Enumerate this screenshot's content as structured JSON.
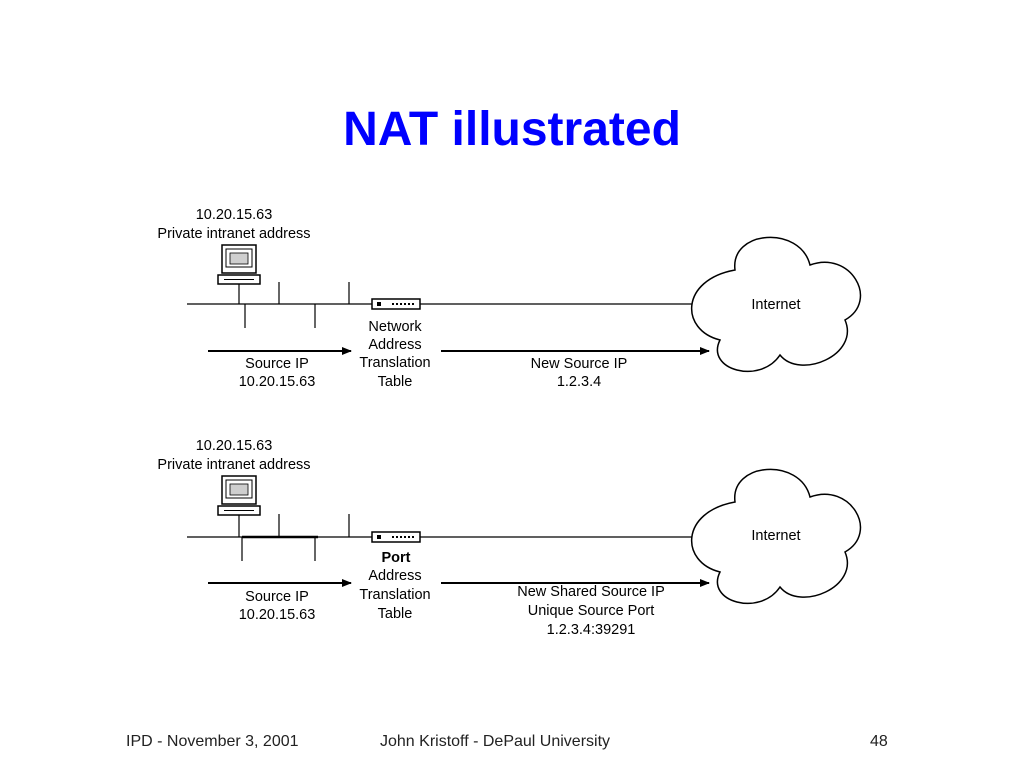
{
  "slide": {
    "title": "NAT illustrated",
    "footer_left": "IPD - November 3, 2001",
    "footer_center": "John Kristoff - DePaul University",
    "page_number": "48"
  },
  "diagram1": {
    "host_ip": "10.20.15.63",
    "host_desc": "Private intranet address",
    "device_line1": "Network",
    "device_line2": "Address",
    "device_line3": "Translation",
    "device_line4": "Table",
    "src_line1": "Source IP",
    "src_line2": "10.20.15.63",
    "dst_line1": "New Source IP",
    "dst_line2": "1.2.3.4",
    "cloud": "Internet"
  },
  "diagram2": {
    "host_ip": "10.20.15.63",
    "host_desc": "Private intranet address",
    "device_line1": "Port",
    "device_line2": "Address",
    "device_line3": "Translation",
    "device_line4": "Table",
    "src_line1": "Source IP",
    "src_line2": "10.20.15.63",
    "dst_line1": "New Shared Source IP",
    "dst_line2": "Unique Source Port",
    "dst_line3": "1.2.3.4:39291",
    "cloud": "Internet"
  }
}
